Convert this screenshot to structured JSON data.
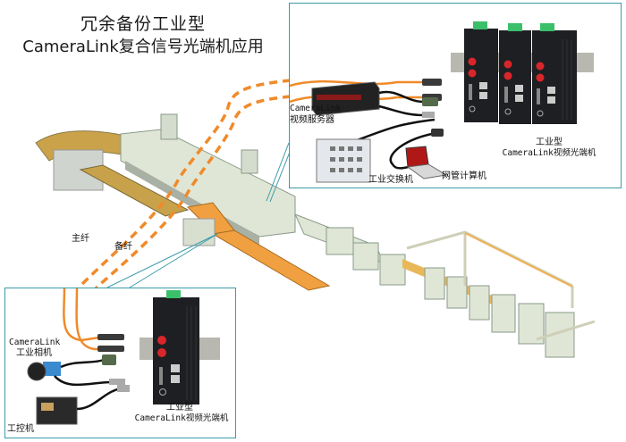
{
  "title": {
    "line1": "冗余备份工业型",
    "line2": "CameraLink复合信号光端机应用"
  },
  "fiber_labels": {
    "main": "主纤",
    "backup": "备纤"
  },
  "top_panel": {
    "server_label_line1": "CameraLink",
    "server_label_line2": "视频服务器",
    "switch_label": "工业交换机",
    "pc_label": "网管计算机",
    "transceiver_label_line1": "工业型",
    "transceiver_label_line2": "CameraLink视频光端机",
    "transceiver_count": 3
  },
  "bottom_panel": {
    "camera_label_line1": "CameraLink",
    "camera_label_line2": "工业相机",
    "ipc_label": "工控机",
    "transceiver_label_line1": "工业型",
    "transceiver_label_line2": "CameraLink视频光端机",
    "transceiver_count": 1
  },
  "colors": {
    "fiber": "#f08a2a",
    "panel_border": "#3a9aa8",
    "device_body": "#1e1f22",
    "fiber_port": "#d8262a",
    "terminal_block": "#3bbf6a",
    "machine": "#dfe6d6",
    "conveyor": "#f0a040"
  }
}
